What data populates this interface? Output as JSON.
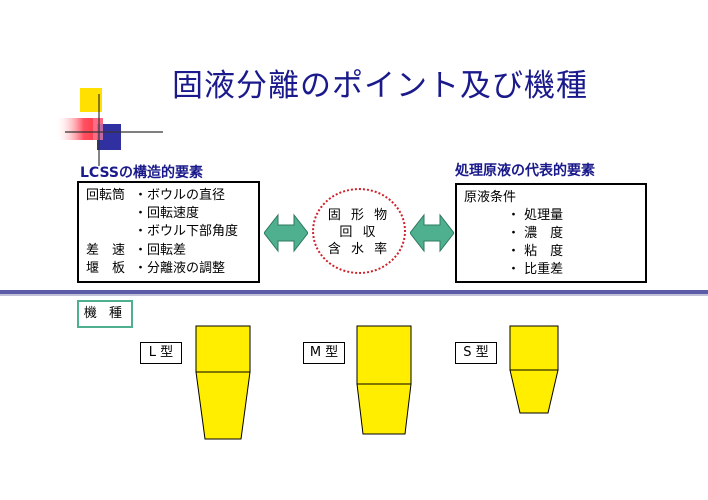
{
  "title": "固液分離のポイント及び機種",
  "left_section": {
    "heading": "LCSSの構造的要素",
    "rows": [
      {
        "term": "回転筒",
        "item": "・ボウルの直径"
      },
      {
        "term": "",
        "item": "・回転速度"
      },
      {
        "term": "",
        "item": "・ボウル下部角度"
      },
      {
        "term": "差　速",
        "item": "・回転差"
      },
      {
        "term": "堰　板",
        "item": "・分離液の調整"
      }
    ]
  },
  "center_circle": {
    "lines": [
      "固 形 物",
      "回 収",
      "含 水 率"
    ]
  },
  "right_section": {
    "heading": "処理原液の代表的要素",
    "condition": "原液条件",
    "items": [
      "・ 処理量",
      "・ 濃　度",
      "・ 粘　度",
      "・ 比重差"
    ]
  },
  "models": {
    "label": "機 種",
    "types": [
      {
        "label": "L 型"
      },
      {
        "label": "M 型"
      },
      {
        "label": "S 型"
      }
    ]
  },
  "colors": {
    "title": "#1a1a8c",
    "arrow": "#4fb090",
    "shape_fill": "#ffee00",
    "circle_border": "#d0202a",
    "divider": "#5b5ba8"
  }
}
